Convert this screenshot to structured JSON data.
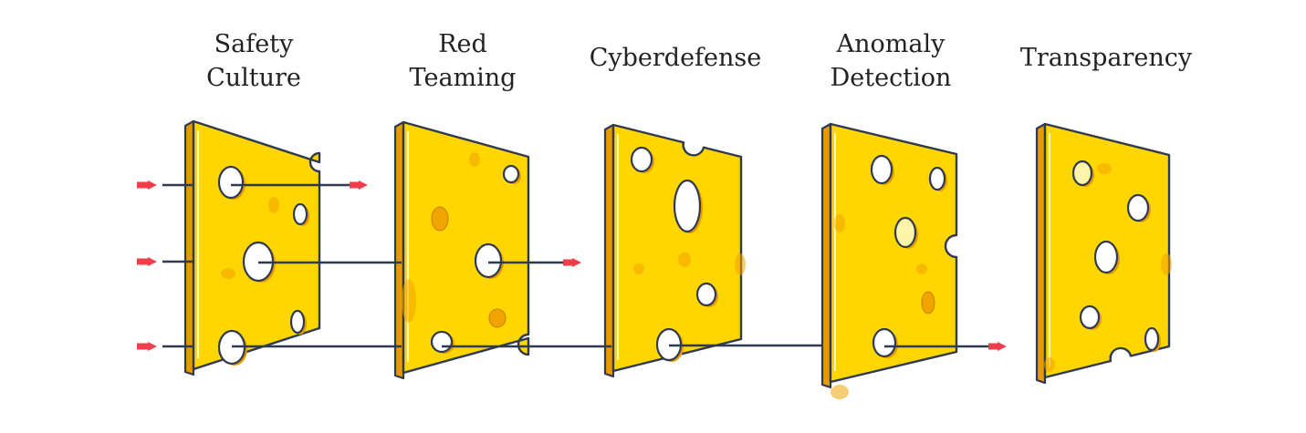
{
  "diagram": {
    "layers": [
      {
        "id": "safety-culture",
        "title_lines": [
          "Safety",
          "Culture"
        ]
      },
      {
        "id": "red-teaming",
        "title_lines": [
          "Red",
          "Teaming"
        ]
      },
      {
        "id": "cyberdefense",
        "title_lines": [
          "Cyberdefense"
        ]
      },
      {
        "id": "anomaly-detection",
        "title_lines": [
          "Anomaly",
          "Detection"
        ]
      },
      {
        "id": "transparency",
        "title_lines": [
          "Transparency"
        ]
      }
    ],
    "threats_count": 3,
    "colors": {
      "cheese_face": "#ffd600",
      "cheese_edge": "#e69a00",
      "hole_shade": "#f0a400",
      "outline": "#2f3a4f",
      "arrow": "#ef3d4b",
      "text": "#222222"
    }
  }
}
